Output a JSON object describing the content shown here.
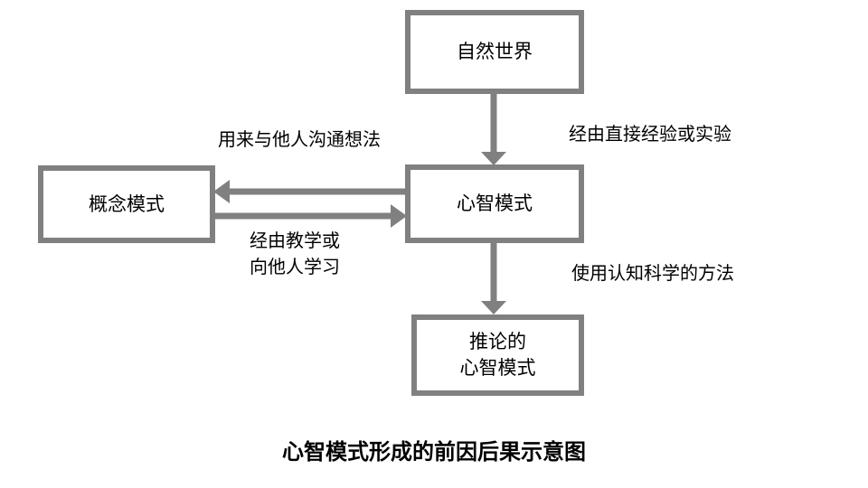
{
  "diagram": {
    "caption": "心智模式形成的前因后果示意图",
    "accent_color": "#808080",
    "text_color": "#000000",
    "background_color": "#ffffff",
    "nodes": [
      {
        "id": "natural-world",
        "label": "自然世界"
      },
      {
        "id": "mental-model",
        "label": "心智模式"
      },
      {
        "id": "conceptual-model",
        "label": "概念模式"
      },
      {
        "id": "inferred-mental-model",
        "label": "推论的\n心智模式"
      }
    ],
    "edges": [
      {
        "id": "natural-world-to-mental-model",
        "from": "natural-world",
        "to": "mental-model",
        "direction": "down",
        "label": "经由直接经验或实验"
      },
      {
        "id": "mental-model-to-conceptual-model",
        "from": "mental-model",
        "to": "conceptual-model",
        "direction": "left",
        "label": "用来与他人沟通想法"
      },
      {
        "id": "conceptual-model-to-mental-model",
        "from": "conceptual-model",
        "to": "mental-model",
        "direction": "right",
        "label": "经由教学或\n向他人学习"
      },
      {
        "id": "mental-model-to-inferred",
        "from": "mental-model",
        "to": "inferred-mental-model",
        "direction": "down",
        "label": "使用认知科学的方法"
      }
    ]
  },
  "chart_data": {
    "type": "diagram",
    "title": "心智模式形成的前因后果示意图",
    "nodes": [
      "自然世界",
      "心智模式",
      "概念模式",
      "推论的 心智模式"
    ],
    "links": [
      {
        "source": "自然世界",
        "target": "心智模式",
        "label": "经由直接经验或实验"
      },
      {
        "source": "心智模式",
        "target": "概念模式",
        "label": "用来与他人沟通想法"
      },
      {
        "source": "概念模式",
        "target": "心智模式",
        "label": "经由教学或 向他人学习"
      },
      {
        "source": "心智模式",
        "target": "推论的心智模式",
        "label": "使用认知科学的方法"
      }
    ]
  }
}
